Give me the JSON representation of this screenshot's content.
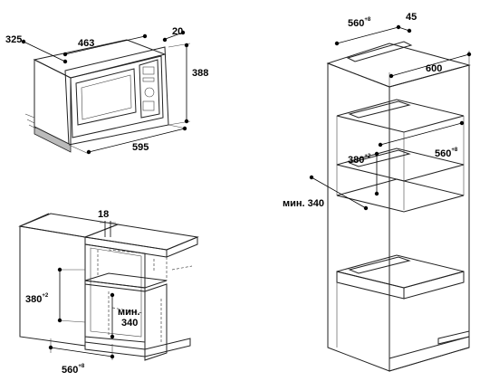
{
  "microwave": {
    "depth": "325",
    "inner_width": "463",
    "frame_offset": "20",
    "height": "388",
    "width": "595"
  },
  "niche": {
    "offset": "18",
    "height_val": "380",
    "height_tol": "+2",
    "min_prefix": "мин.",
    "min_value": "340",
    "width_val": "560",
    "width_tol": "+8"
  },
  "tall_cabinet": {
    "top_width_val": "560",
    "top_width_tol": "+8",
    "top_depth": "45",
    "cabinet_width": "600",
    "niche_depth_val": "560",
    "niche_depth_tol": "+8",
    "niche_height_val": "380",
    "niche_height_tol": "+2",
    "min_label": "мин. 340"
  }
}
